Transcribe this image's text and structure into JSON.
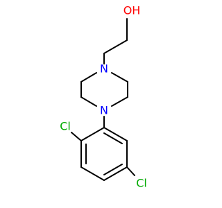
{
  "molecule": {
    "atoms": {
      "oh": {
        "label": "OH",
        "color": "#ff0000"
      },
      "n1": {
        "label": "N",
        "color": "#0000ff"
      },
      "n4": {
        "label": "N",
        "color": "#0000ff"
      },
      "cl1": {
        "label": "Cl",
        "color": "#00aa00"
      },
      "cl2": {
        "label": "Cl",
        "color": "#00aa00"
      }
    }
  }
}
